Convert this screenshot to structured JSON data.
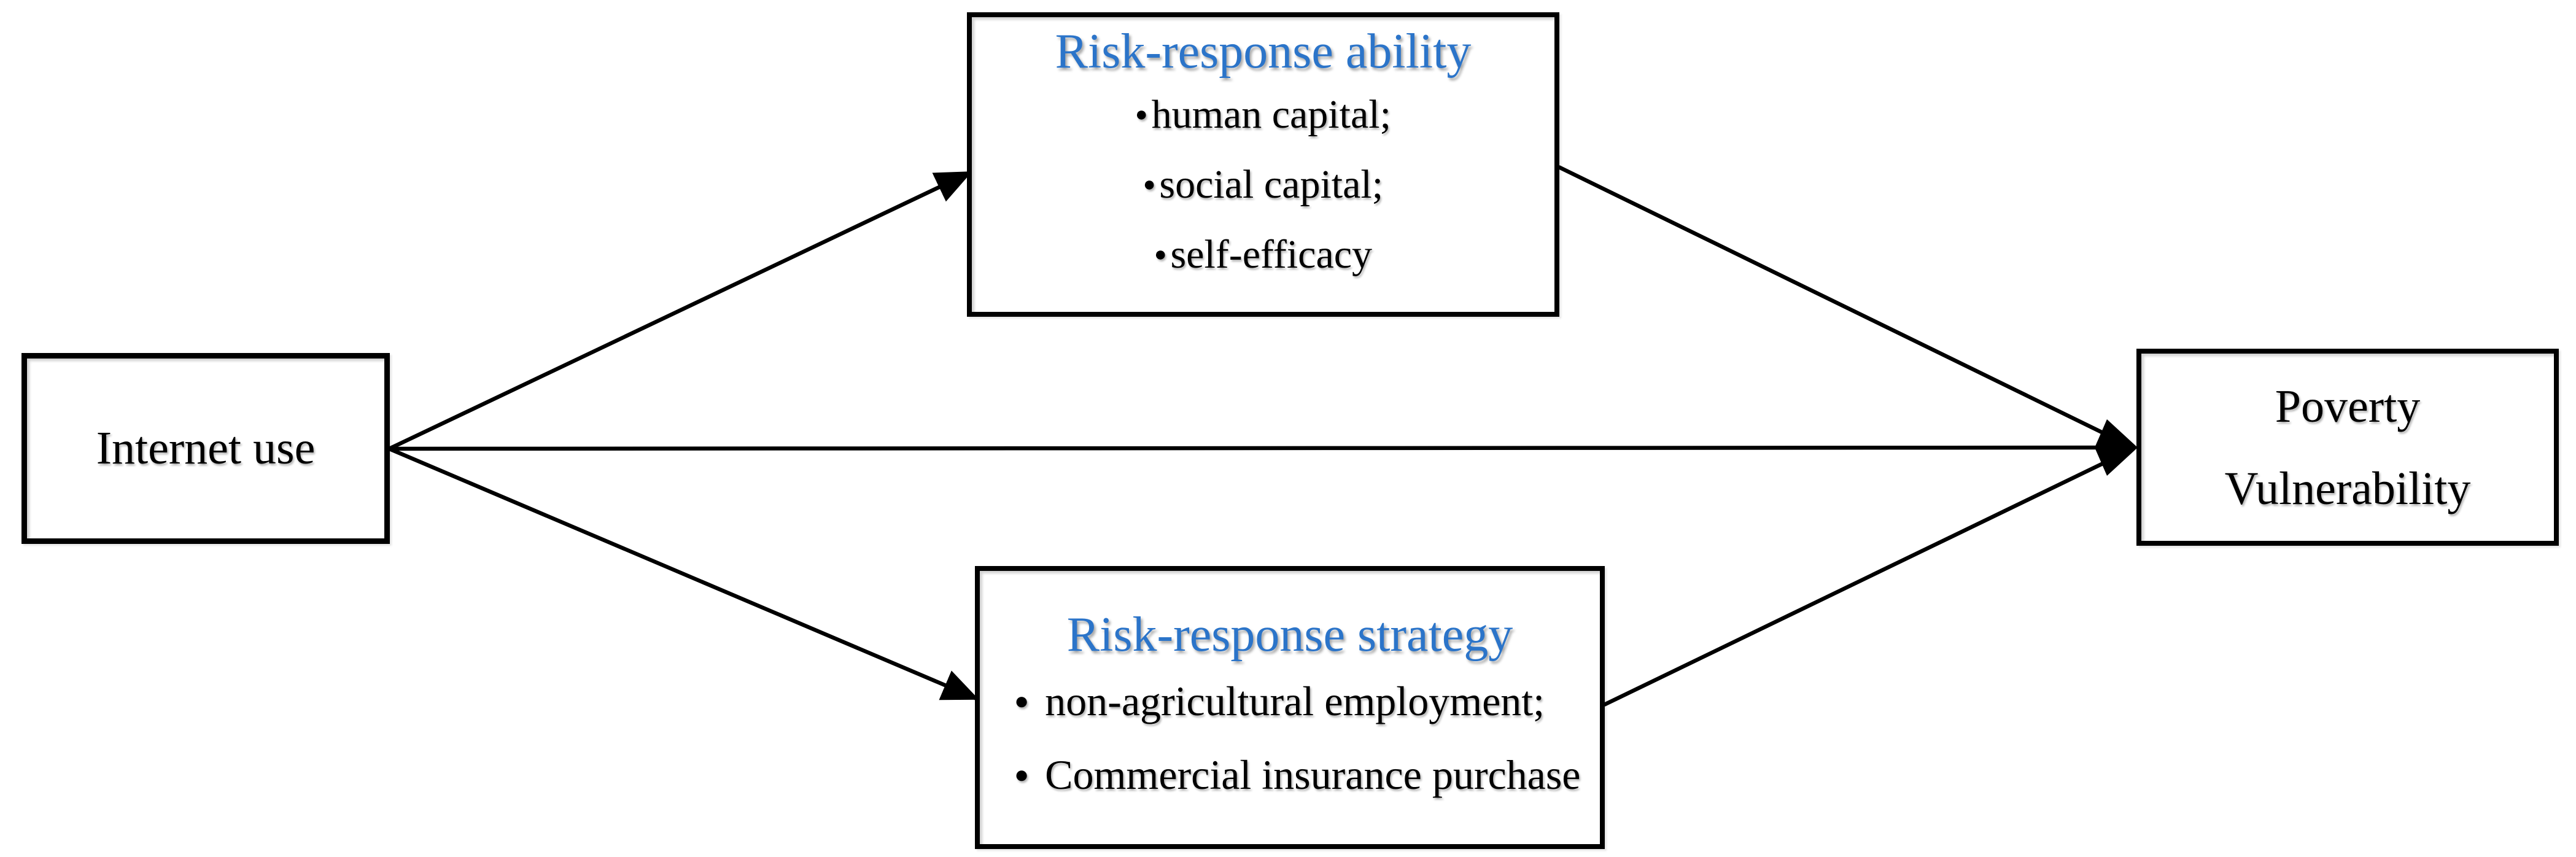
{
  "figure": {
    "type": "mediation-diagram",
    "nodes": {
      "internet": {
        "label": "Internet use"
      },
      "ability": {
        "title": "Risk-response ability",
        "items": [
          "human capital;",
          "social capital;",
          "self-efficacy"
        ]
      },
      "strategy": {
        "title": "Risk-response strategy",
        "items": [
          "non-agricultural employment;",
          "Commercial insurance purchase"
        ]
      },
      "poverty": {
        "line1": "Poverty",
        "line2": "Vulnerability"
      }
    },
    "edges": [
      {
        "from": "internet",
        "to": "ability"
      },
      {
        "from": "internet",
        "to": "poverty"
      },
      {
        "from": "internet",
        "to": "strategy"
      },
      {
        "from": "ability",
        "to": "poverty"
      },
      {
        "from": "strategy",
        "to": "poverty"
      }
    ],
    "glyphs": {
      "bullet": "●"
    },
    "colors": {
      "title_blue": "#2B74C9",
      "line": "#000000",
      "background": "#FFFFFF"
    }
  }
}
